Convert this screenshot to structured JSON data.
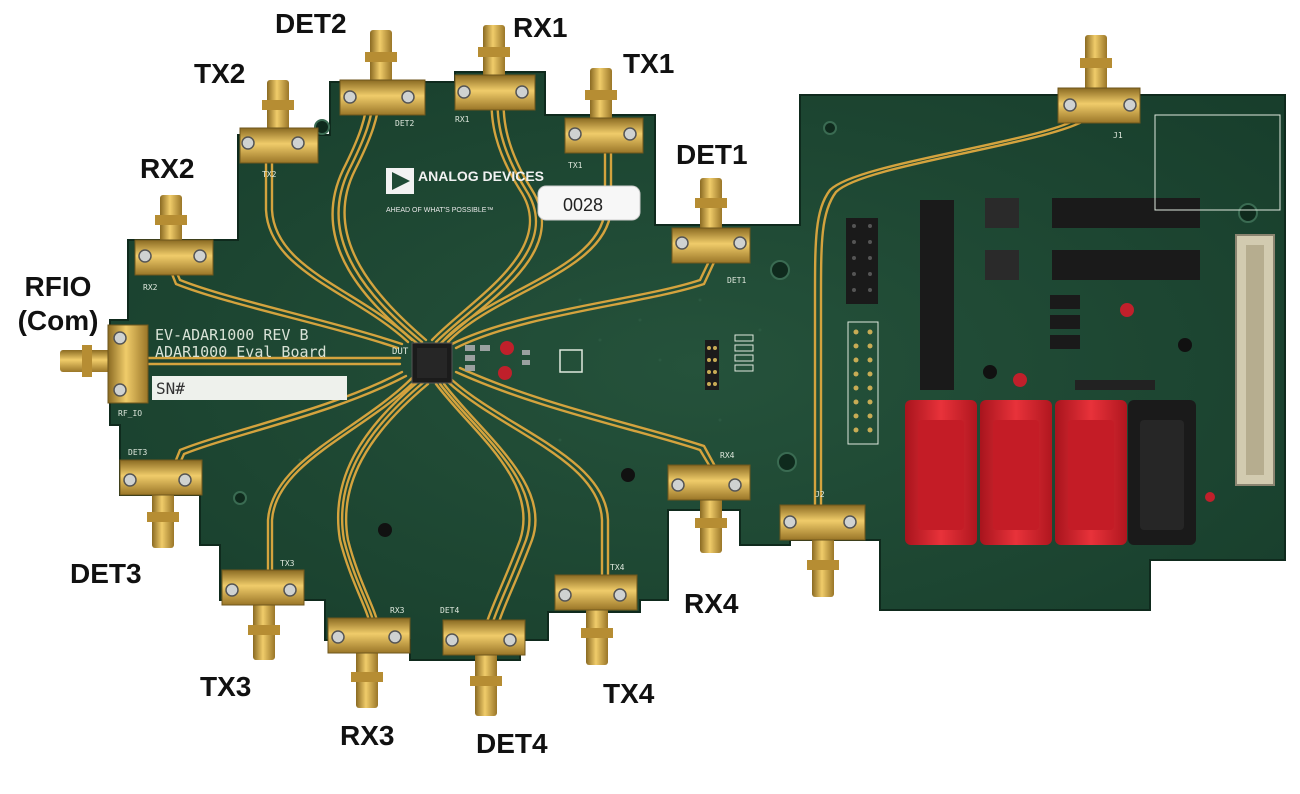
{
  "board": {
    "silkscreen_line1": "EV-ADAR1000 REV B",
    "silkscreen_line2": "ADAR1000 Eval Board",
    "sn_label": "SN#",
    "serial_sticker": "0028",
    "logo_brand": "ANALOG DEVICES",
    "logo_tagline": "AHEAD OF WHAT'S POSSIBLE™",
    "dut_label": "DUT",
    "small_labels": {
      "tx2": "TX2",
      "det2": "DET2",
      "rx1": "RX1",
      "tx1": "TX1",
      "det1": "DET1",
      "rx2": "RX2",
      "rfio": "RF_IO",
      "det3": "DET3",
      "tx3": "TX3",
      "rx3": "RX3",
      "det4": "DET4",
      "tx4": "TX4",
      "rx4": "RX4",
      "j1": "J1",
      "j2": "J2"
    }
  },
  "port_labels": {
    "det2": "DET2",
    "rx1": "RX1",
    "tx2": "TX2",
    "tx1": "TX1",
    "det1": "DET1",
    "rx2": "RX2",
    "rfio_line1": "RFIO",
    "rfio_line2": "(Com)",
    "det3": "DET3",
    "rx4": "RX4",
    "tx3": "TX3",
    "tx4": "TX4",
    "rx3": "RX3",
    "det4": "DET4"
  },
  "colors": {
    "pcb_green": "#1f4a35",
    "pcb_dark": "#163a29",
    "trace_gold": "#d4a33e",
    "connector_gold": "#c9a040",
    "banana_red": "#d81f2a",
    "banana_black": "#1a1a1a"
  }
}
